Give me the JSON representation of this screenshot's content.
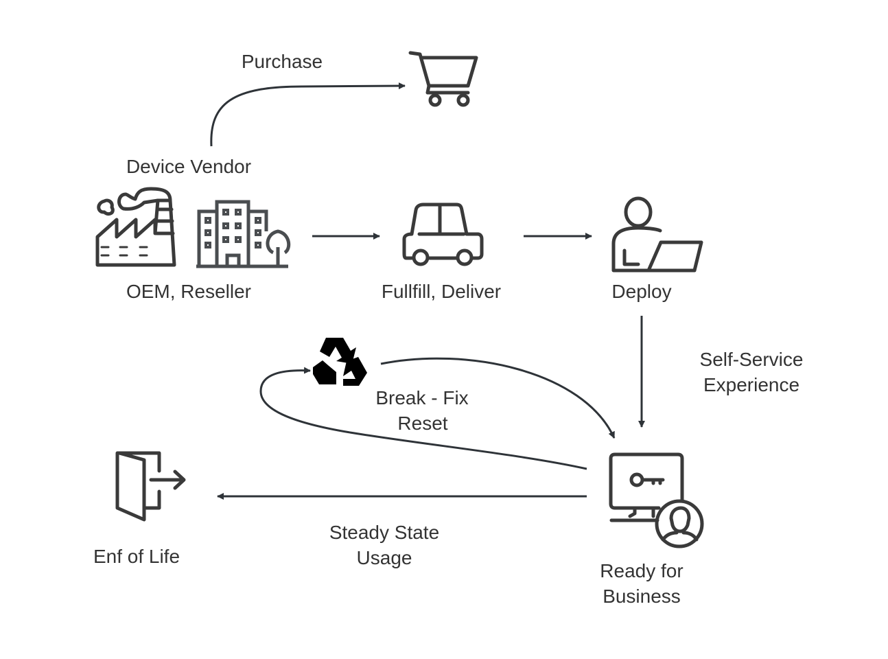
{
  "labels": {
    "purchase": "Purchase",
    "device_vendor": "Device Vendor",
    "oem_reseller": "OEM, Reseller",
    "fulfill_deliver": "Fullfill, Deliver",
    "deploy": "Deploy",
    "self_service_1": "Self-Service",
    "self_service_2": "Experience",
    "break_fix_1": "Break - Fix",
    "break_fix_2": "Reset",
    "steady_state_1": "Steady State",
    "steady_state_2": "Usage",
    "end_of_life": "Enf of Life",
    "ready_1": "Ready for",
    "ready_2": "Business"
  },
  "icons": [
    "shopping-cart-icon",
    "factory-icon",
    "office-building-icon",
    "car-icon",
    "person-laptop-icon",
    "recycle-icon",
    "monitor-key-user-icon",
    "exit-door-icon"
  ],
  "colors": {
    "line": "#2e3338",
    "text": "#333333",
    "icon": "#3a3a3a"
  }
}
